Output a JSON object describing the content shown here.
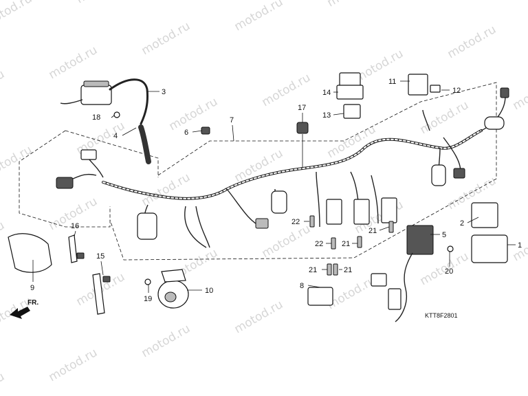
{
  "watermark": "motod.ru",
  "direction_label": "FR.",
  "diagram_code": "KTT8F2801",
  "callouts": [
    "1",
    "2",
    "3",
    "4",
    "5",
    "6",
    "7",
    "8",
    "9",
    "10",
    "11",
    "12",
    "13",
    "14",
    "15",
    "16",
    "17",
    "18",
    "19",
    "20",
    "21",
    "21",
    "21",
    "21",
    "22",
    "22"
  ]
}
